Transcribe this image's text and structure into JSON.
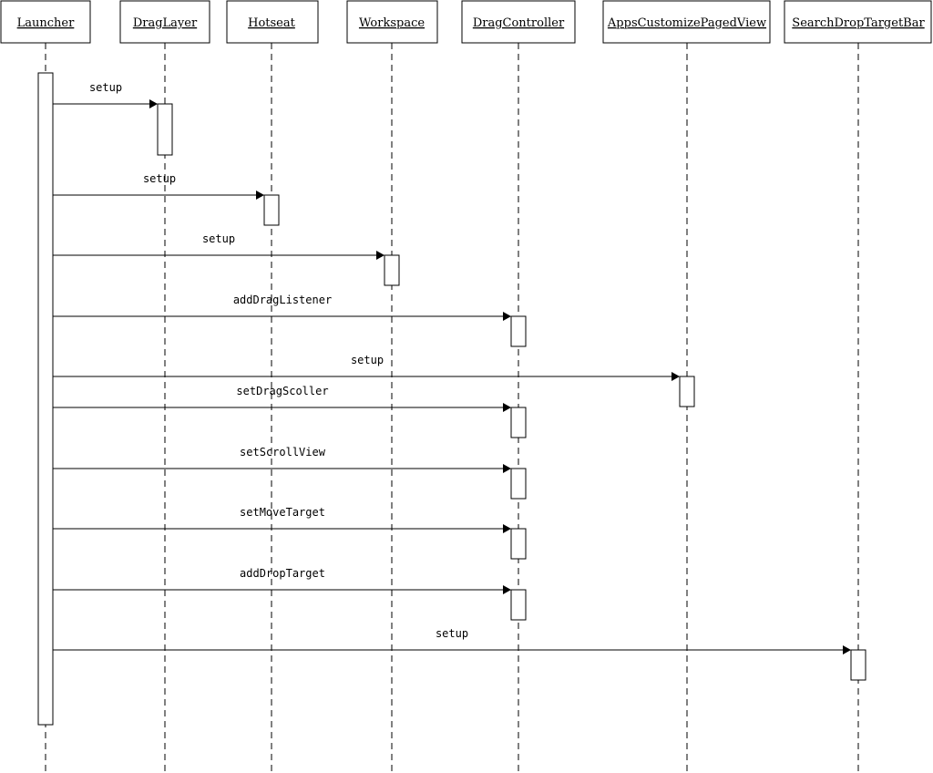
{
  "participants": [
    {
      "id": "launcher",
      "name": "Launcher"
    },
    {
      "id": "draglayer",
      "name": "DragLayer"
    },
    {
      "id": "hotseat",
      "name": "Hotseat"
    },
    {
      "id": "workspace",
      "name": "Workspace"
    },
    {
      "id": "dragcontroller",
      "name": "DragController"
    },
    {
      "id": "appscustomize",
      "name": "AppsCustomizePagedView"
    },
    {
      "id": "searchdrop",
      "name": "SearchDropTargetBar"
    }
  ],
  "messages": [
    {
      "from": "launcher",
      "to": "draglayer",
      "label": "setup"
    },
    {
      "from": "launcher",
      "to": "hotseat",
      "label": "setup"
    },
    {
      "from": "launcher",
      "to": "workspace",
      "label": "setup"
    },
    {
      "from": "launcher",
      "to": "dragcontroller",
      "label": "addDragListener"
    },
    {
      "from": "launcher",
      "to": "appscustomize",
      "label": "setup"
    },
    {
      "from": "launcher",
      "to": "dragcontroller",
      "label": "setDragScoller"
    },
    {
      "from": "launcher",
      "to": "dragcontroller",
      "label": "setScrollView"
    },
    {
      "from": "launcher",
      "to": "dragcontroller",
      "label": "setMoveTarget"
    },
    {
      "from": "launcher",
      "to": "dragcontroller",
      "label": "addDropTarget"
    },
    {
      "from": "launcher",
      "to": "searchdrop",
      "label": "setup"
    }
  ]
}
